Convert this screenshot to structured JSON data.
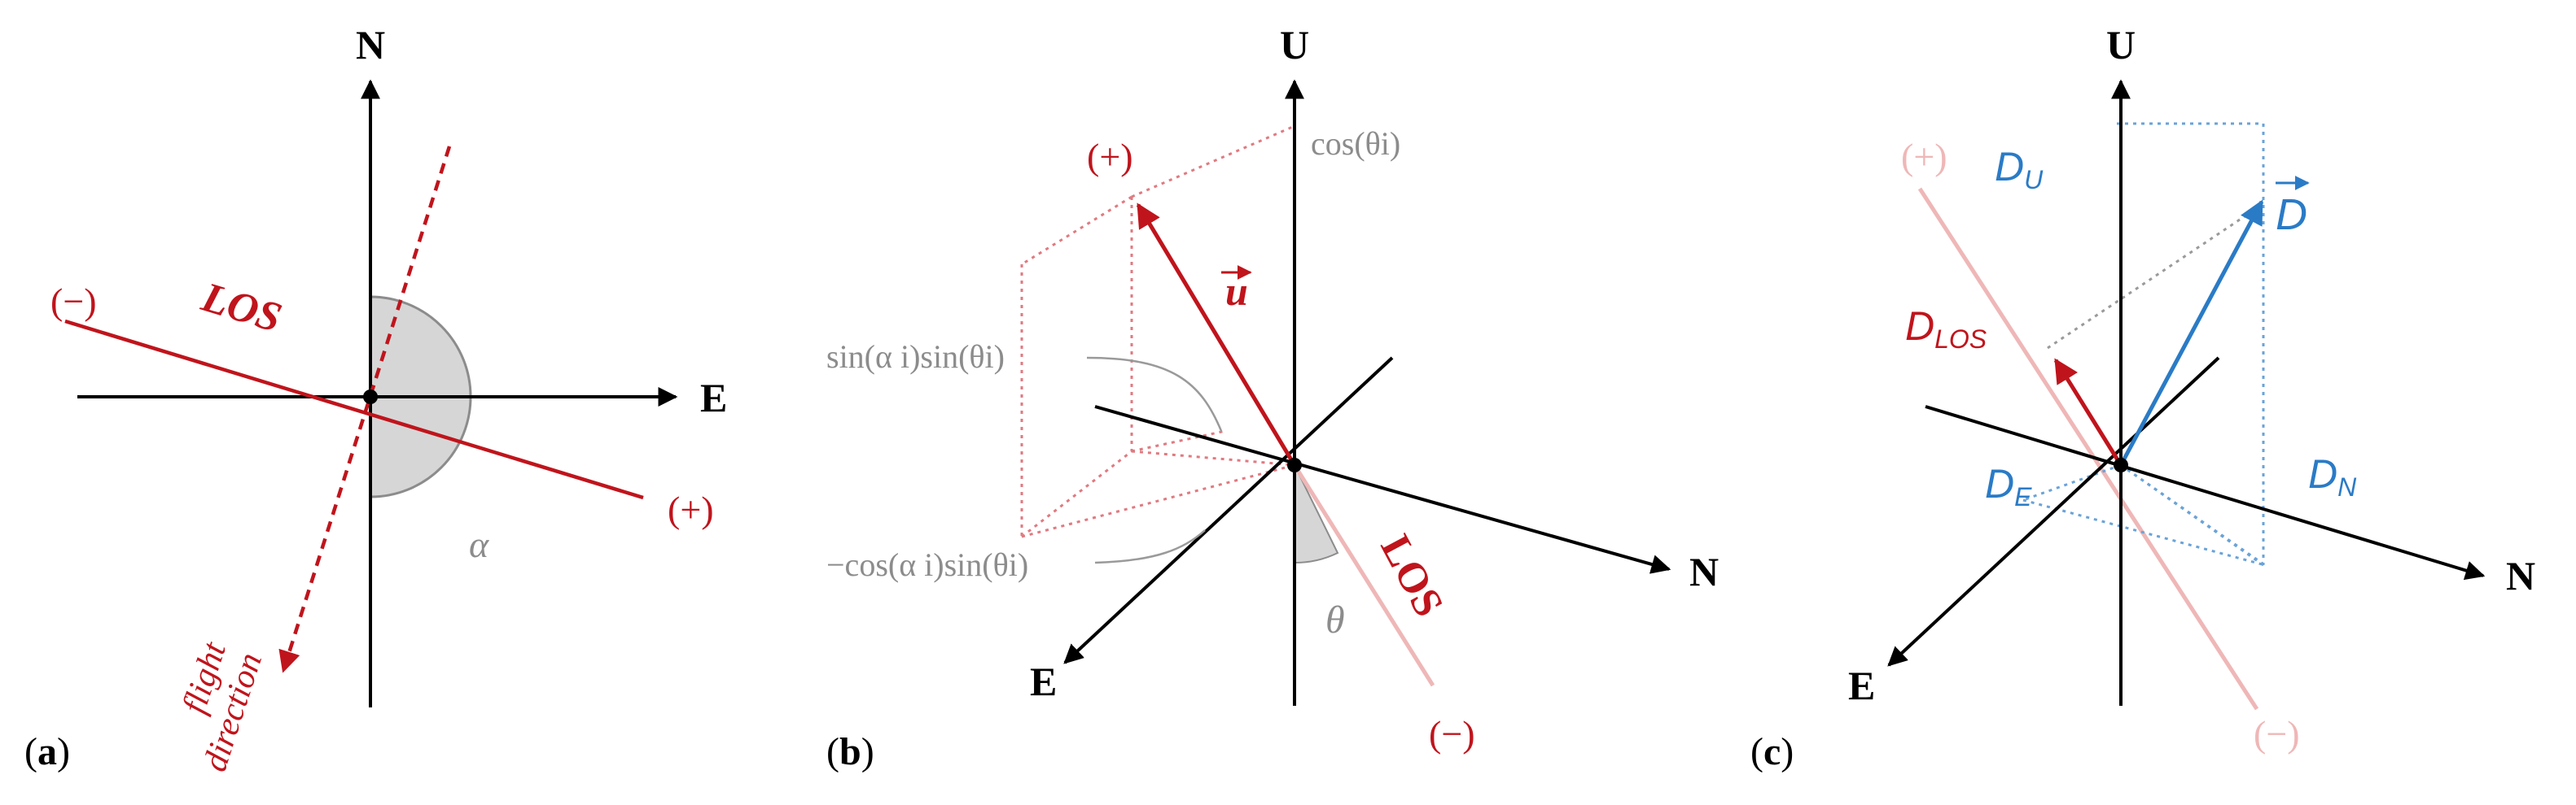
{
  "colors": {
    "black": "#000000",
    "red": "#c0141c",
    "grey": "#8c8c8c",
    "sector_fill": "#d6d6d6",
    "sector_stroke": "#8c8c8c",
    "blue": "#2a7bc6",
    "blue_dotted": "#6aa3d8",
    "faded_red": "#efb7b7",
    "red_dotted": "#e07a80",
    "grey_dotted": "#9a9a9a"
  },
  "panel_a": {
    "label_open": "(",
    "label_letter": "a",
    "label_close": ")",
    "axis_north": "N",
    "axis_east": "E",
    "los_label": "LOS",
    "minus_label": "(−)",
    "plus_label": "(+)",
    "angle_label": "α",
    "flight_line1": "flight",
    "flight_line2": "direction"
  },
  "panel_b": {
    "label_open": "(",
    "label_letter": "b",
    "label_close": ")",
    "axis_up": "U",
    "axis_north": "N",
    "axis_east": "E",
    "plus_label": "(+)",
    "minus_label": "(−)",
    "vector_label": "u",
    "los_label": "LOS",
    "angle_label": "θ",
    "cos_label": "cos(θi)",
    "sin_label": "sin(α i)sin(θi)",
    "negcos_label": "−cos(α i)sin(θi)"
  },
  "panel_c": {
    "label_open": "(",
    "label_letter": "c",
    "label_close": ")",
    "axis_up": "U",
    "axis_north": "N",
    "axis_east": "E",
    "plus_label": "(+)",
    "minus_label": "(−)",
    "d_label": "D",
    "du_main": "D",
    "du_sub": "U",
    "dlos_main": "D",
    "dlos_sub": "LOS",
    "de_main": "D",
    "de_sub": "E",
    "dn_main": "D",
    "dn_sub": "N"
  }
}
